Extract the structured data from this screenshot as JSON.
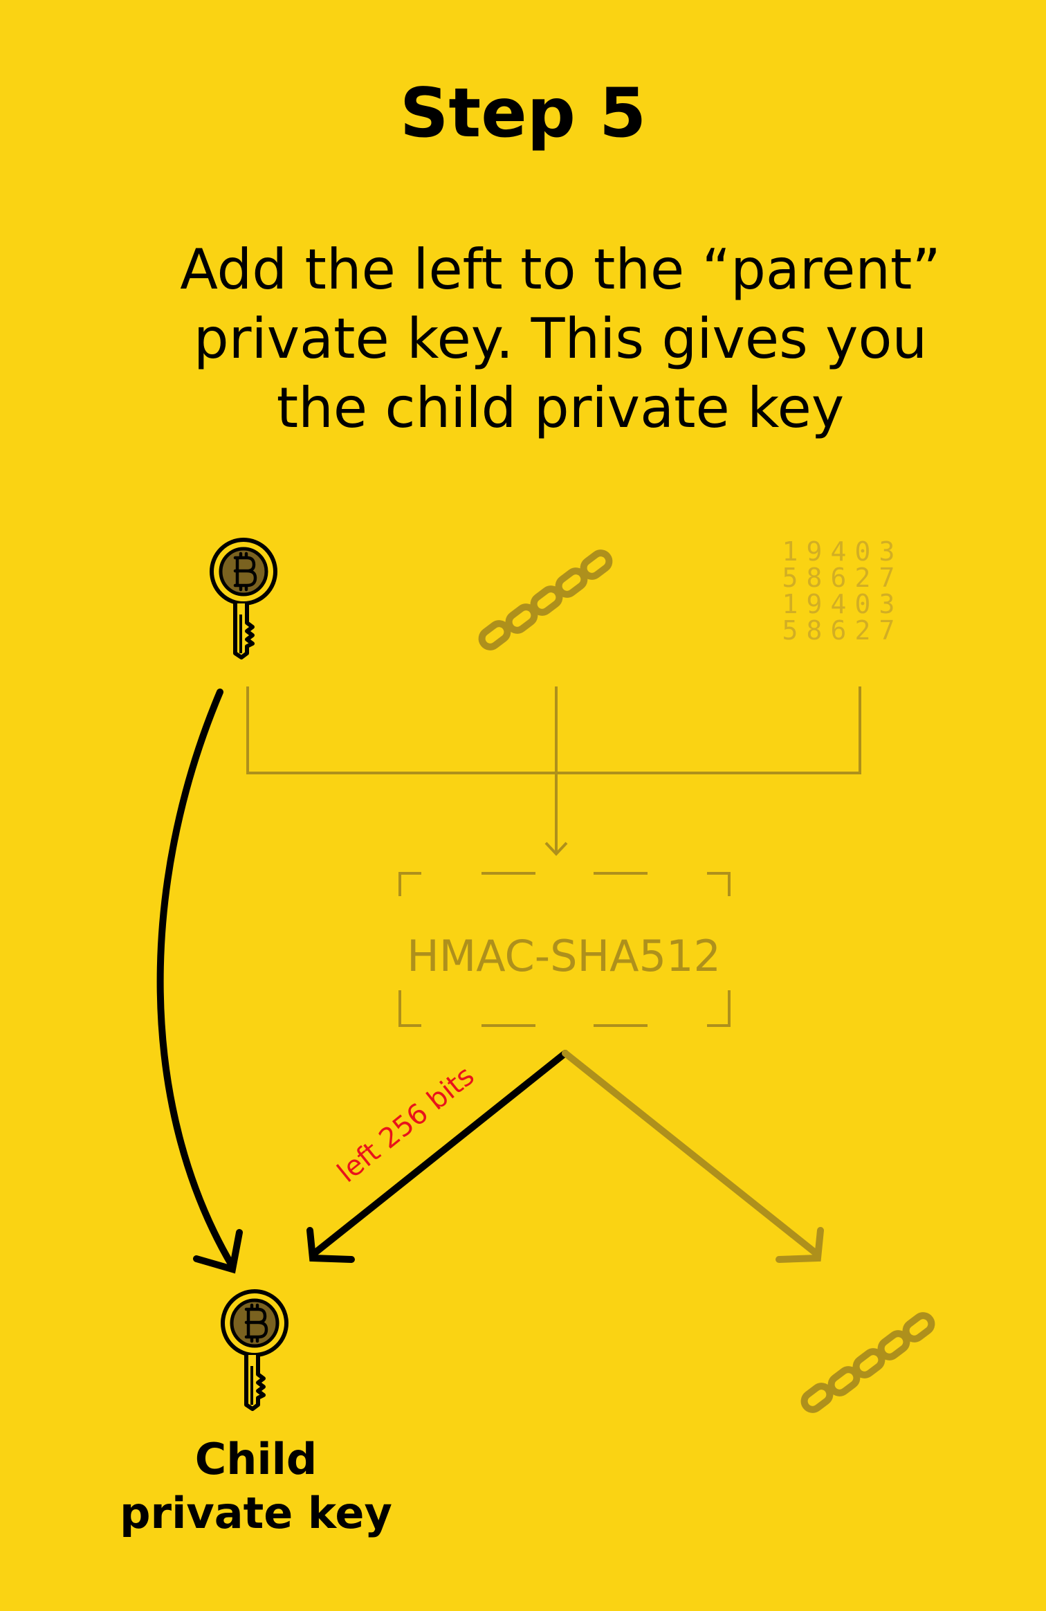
{
  "title": "Step 5",
  "subtitle": [
    "Add the left to the “parent”",
    "private key. This gives you",
    "the child private key"
  ],
  "hmac": {
    "label": "HMAC-SHA512"
  },
  "arrow_label": "left 256 bits",
  "child": {
    "line1": "Child",
    "line2": "private key"
  },
  "digits": [
    [
      "1",
      "9",
      "4",
      "0",
      "3"
    ],
    [
      "5",
      "8",
      "6",
      "2",
      "7"
    ],
    [
      "1",
      "9",
      "4",
      "0",
      "3"
    ],
    [
      "5",
      "8",
      "6",
      "2",
      "7"
    ]
  ],
  "icons": {
    "parent_key": "bitcoin-key-icon",
    "chain_code": "chain-link-icon",
    "index_numbers": "number-grid-icon",
    "child_key": "bitcoin-key-icon",
    "child_chain_code": "chain-link-icon"
  },
  "colors": {
    "background": "#FAD313",
    "ink": "#000000",
    "faded": "#AE901C",
    "label_red": "#E8131B",
    "coin_fill": "#7A6220"
  }
}
